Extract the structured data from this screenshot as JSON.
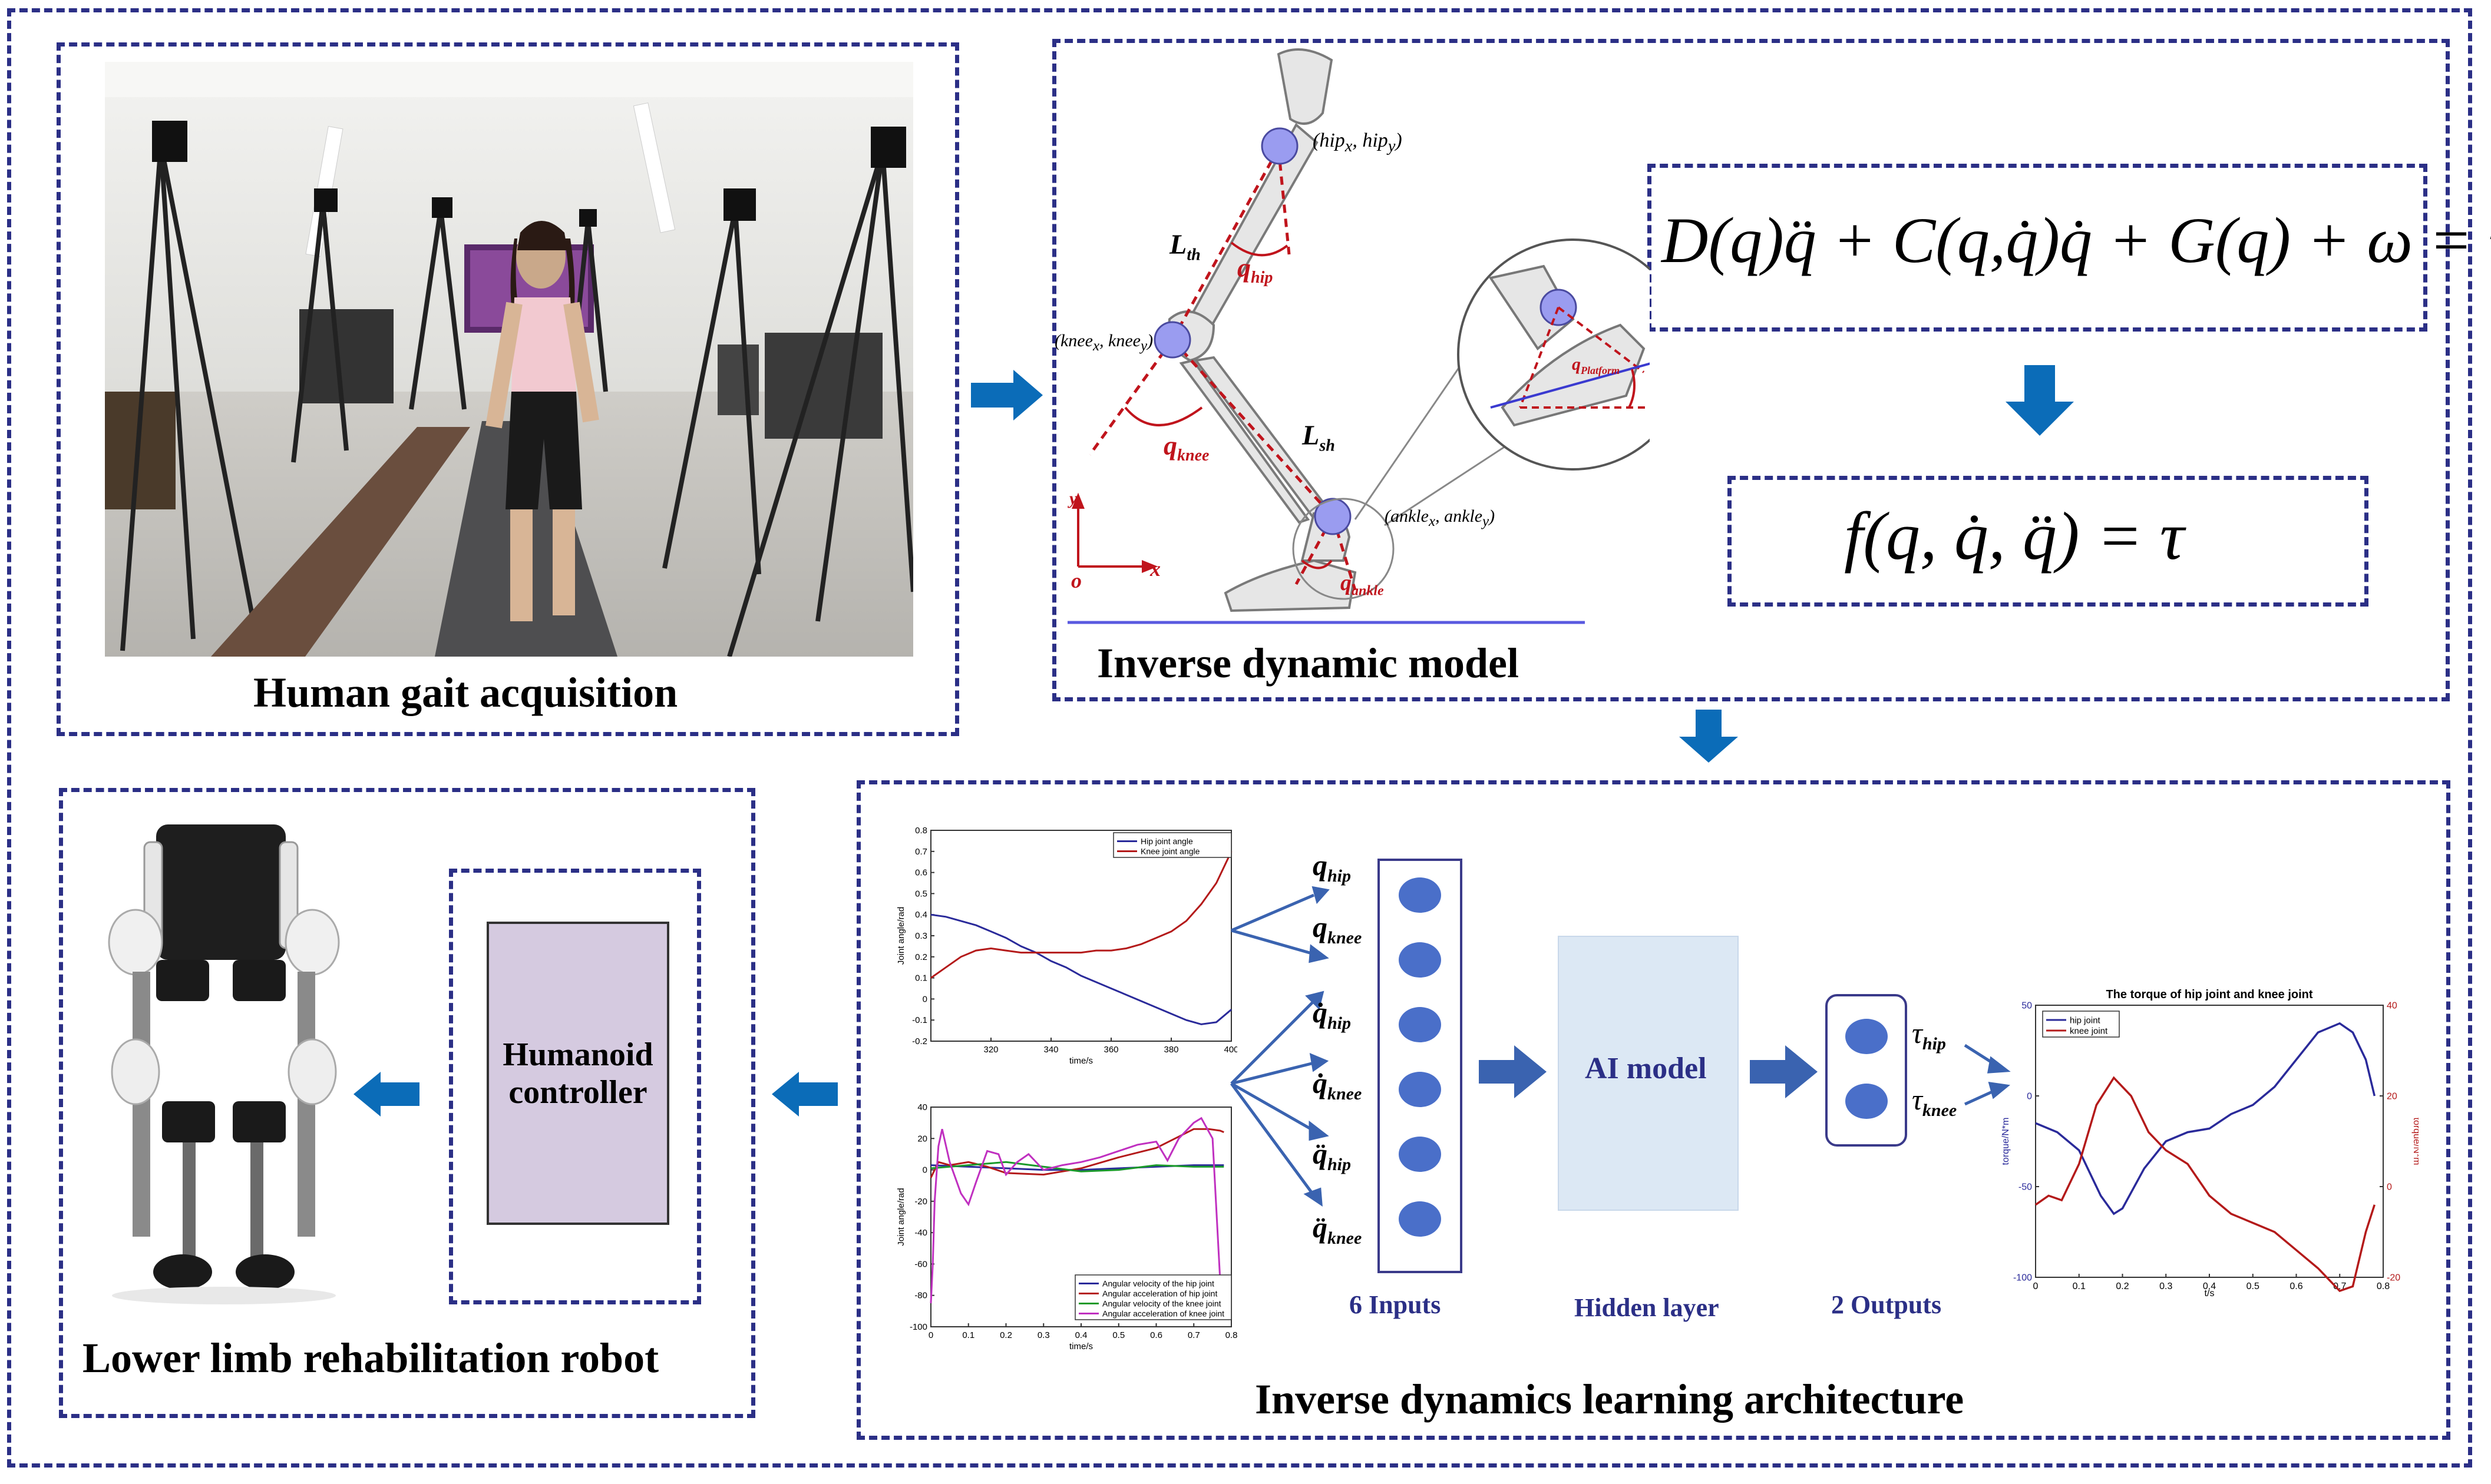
{
  "captions": {
    "gait": "Human gait acquisition",
    "inverse_model": "Inverse dynamic model",
    "robot": "Lower limb rehabilitation robot",
    "learning": "Inverse dynamics learning architecture"
  },
  "controller": {
    "label_line1": "Humanoid",
    "label_line2": "controller"
  },
  "equations": {
    "full": "D(q)q̈ + C(q,q̇)q̇ + G(q) + ω = τ",
    "learned": "f(q,  q̇,  q̈) = τ"
  },
  "skeleton_labels": {
    "hip": "(hip",
    "hip_x": "x",
    "hip_y": "y",
    "knee": "(knee",
    "knee_x": "x",
    "knee_y": "y",
    "ankle": "(ankle",
    "ankle_x": "x",
    "ankle_y": "y",
    "comma": ",",
    "close": ")",
    "L_th": "L",
    "L_th_sub": "th",
    "L_sh": "L",
    "L_sh_sub": "sh",
    "q_hip": "q",
    "q_hip_sub": "hip",
    "q_knee": "q",
    "q_knee_sub": "knee",
    "q_ankle": "q",
    "q_ankle_sub": "ankle",
    "q_platform": "q",
    "q_platform_sub": "Platform",
    "axis_y": "y",
    "axis_x": "x",
    "axis_o": "o"
  },
  "network": {
    "inputs": [
      {
        "sym": "q",
        "sub": "hip"
      },
      {
        "sym": "q",
        "sub": "knee"
      },
      {
        "sym": "q̇",
        "sub": "hip"
      },
      {
        "sym": "q̇",
        "sub": "knee"
      },
      {
        "sym": "q̈",
        "sub": "hip"
      },
      {
        "sym": "q̈",
        "sub": "knee"
      }
    ],
    "outputs": [
      {
        "sym": "τ",
        "sub": "hip"
      },
      {
        "sym": "τ",
        "sub": "knee"
      }
    ],
    "ai_model": "AI model",
    "inputs_label": "6 Inputs",
    "hidden_label": "Hidden layer",
    "outputs_label": "2 Outputs"
  },
  "colors": {
    "dash_border": "#2b2f86",
    "flow_arrow": "#0b6cb8",
    "network_arrow": "#3a63b0",
    "node_fill": "#4a6fc9",
    "controller_fill": "#d5cae0",
    "ai_fill": "#dce8f4",
    "joint_circle": "#9a9cf0",
    "red_dash": "#c0141c"
  },
  "chart_data": [
    {
      "type": "line",
      "title": "",
      "xlabel": "time/s",
      "ylabel": "Joint angle/rad",
      "xlim": [
        300,
        400
      ],
      "ylim": [
        -0.2,
        0.8
      ],
      "xticks": [
        "320",
        "340",
        "360",
        "380",
        "400"
      ],
      "yticks": [
        "-0.2",
        "-0.1",
        "0",
        "0.1",
        "0.2",
        "0.3",
        "0.4",
        "0.5",
        "0.6",
        "0.7",
        "0.8"
      ],
      "legend_position": "top-right",
      "series": [
        {
          "name": "Hip joint angle",
          "color": "#2a2a9a",
          "x": [
            300,
            305,
            310,
            315,
            320,
            325,
            330,
            335,
            340,
            345,
            350,
            355,
            360,
            365,
            370,
            375,
            380,
            385,
            390,
            395,
            400
          ],
          "y": [
            0.4,
            0.39,
            0.37,
            0.35,
            0.32,
            0.29,
            0.25,
            0.22,
            0.18,
            0.15,
            0.11,
            0.08,
            0.05,
            0.02,
            -0.01,
            -0.04,
            -0.07,
            -0.1,
            -0.12,
            -0.11,
            -0.05
          ]
        },
        {
          "name": "Knee joint angle",
          "color": "#b41a1a",
          "x": [
            300,
            305,
            310,
            315,
            320,
            325,
            330,
            335,
            340,
            345,
            350,
            355,
            360,
            365,
            370,
            375,
            380,
            385,
            390,
            395,
            400
          ],
          "y": [
            0.1,
            0.15,
            0.2,
            0.23,
            0.24,
            0.23,
            0.22,
            0.22,
            0.22,
            0.22,
            0.22,
            0.23,
            0.23,
            0.24,
            0.26,
            0.29,
            0.32,
            0.37,
            0.45,
            0.55,
            0.7
          ]
        }
      ]
    },
    {
      "type": "line",
      "title": "",
      "xlabel": "time/s",
      "ylabel": "Joint angle/rad",
      "xlim": [
        0,
        0.8
      ],
      "ylim": [
        -100,
        40
      ],
      "xticks": [
        "0",
        "0.1",
        "0.2",
        "0.3",
        "0.4",
        "0.5",
        "0.6",
        "0.7",
        "0.8"
      ],
      "yticks": [
        "-100",
        "-80",
        "-60",
        "-40",
        "-20",
        "0",
        "20",
        "40"
      ],
      "legend_position": "bottom-right",
      "series": [
        {
          "name": "Angular velocity of the hip joint",
          "color": "#2a2a9a",
          "x": [
            0,
            0.1,
            0.2,
            0.3,
            0.4,
            0.5,
            0.6,
            0.7,
            0.78
          ],
          "y": [
            3,
            2,
            1,
            0,
            0,
            1,
            2,
            3,
            3
          ]
        },
        {
          "name": "Angular acceleration of hip joint",
          "color": "#b41a1a",
          "x": [
            0,
            0.02,
            0.05,
            0.1,
            0.15,
            0.2,
            0.3,
            0.4,
            0.5,
            0.6,
            0.65,
            0.7,
            0.74,
            0.77,
            0.78
          ],
          "y": [
            -5,
            5,
            3,
            5,
            2,
            -2,
            -3,
            1,
            8,
            14,
            20,
            26,
            26,
            25,
            24
          ]
        },
        {
          "name": "Angular velocity of the knee joint",
          "color": "#1a9a2a",
          "x": [
            0,
            0.1,
            0.2,
            0.3,
            0.4,
            0.5,
            0.6,
            0.7,
            0.78
          ],
          "y": [
            1,
            3,
            5,
            2,
            -1,
            0,
            3,
            2,
            2
          ]
        },
        {
          "name": "Angular acceleration of knee joint",
          "color": "#c030c0",
          "x": [
            0,
            0.005,
            0.01,
            0.02,
            0.03,
            0.05,
            0.08,
            0.1,
            0.12,
            0.15,
            0.18,
            0.2,
            0.23,
            0.26,
            0.3,
            0.35,
            0.4,
            0.45,
            0.5,
            0.55,
            0.6,
            0.63,
            0.66,
            0.7,
            0.72,
            0.75,
            0.77,
            0.78
          ],
          "y": [
            -85,
            -60,
            -20,
            15,
            26,
            5,
            -15,
            -22,
            -8,
            12,
            10,
            -3,
            5,
            10,
            0,
            3,
            5,
            8,
            12,
            16,
            18,
            6,
            20,
            30,
            33,
            20,
            -70,
            -85
          ]
        }
      ]
    },
    {
      "type": "line",
      "title": "The torque of hip joint and knee joint",
      "xlabel": "t/s",
      "ylabel": "torque/N*m",
      "ylabel_right": "torque/N*m",
      "xlim": [
        0,
        0.8
      ],
      "ylim": [
        -100,
        50
      ],
      "ylim_right": [
        -20,
        40
      ],
      "xticks": [
        "0",
        "0.1",
        "0.2",
        "0.3",
        "0.4",
        "0.5",
        "0.6",
        "0.7",
        "0.8"
      ],
      "yticks": [
        "-100",
        "-50",
        "0",
        "50"
      ],
      "yticks_right": [
        "-20",
        "0",
        "20",
        "40"
      ],
      "legend_position": "top-left",
      "series": [
        {
          "name": "hip joint",
          "color": "#2a2a9a",
          "axis": "left",
          "x": [
            0,
            0.05,
            0.1,
            0.15,
            0.18,
            0.2,
            0.25,
            0.3,
            0.35,
            0.4,
            0.45,
            0.5,
            0.55,
            0.6,
            0.65,
            0.7,
            0.73,
            0.76,
            0.78
          ],
          "y": [
            -15,
            -20,
            -30,
            -55,
            -65,
            -62,
            -40,
            -25,
            -20,
            -18,
            -10,
            -5,
            5,
            20,
            35,
            40,
            35,
            20,
            0
          ]
        },
        {
          "name": "knee joint",
          "color": "#b41a1a",
          "axis": "right",
          "x": [
            0,
            0.03,
            0.06,
            0.1,
            0.14,
            0.18,
            0.22,
            0.26,
            0.3,
            0.35,
            0.4,
            0.45,
            0.5,
            0.55,
            0.6,
            0.65,
            0.7,
            0.73,
            0.76,
            0.78
          ],
          "y": [
            -4,
            -2,
            -3,
            5,
            18,
            24,
            20,
            12,
            8,
            5,
            -2,
            -6,
            -8,
            -10,
            -14,
            -18,
            -23,
            -22,
            -10,
            -4
          ]
        }
      ]
    }
  ]
}
